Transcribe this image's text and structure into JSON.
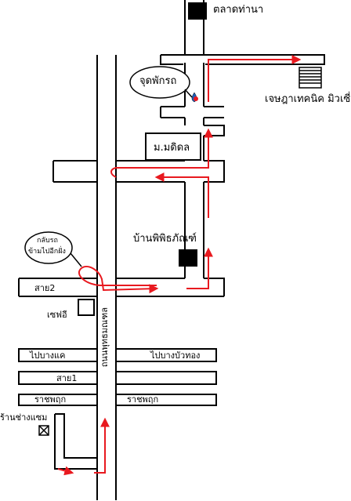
{
  "labels": {
    "market": "ตลาดท่านา",
    "rest_stop": "จุดพักรถ",
    "museum": "เจษฎาเทคนิค มิวเซี่ยม",
    "school": "ม.มดิดล",
    "house": "บ้านพิพิธภัณฑ์",
    "uturn_line1": "กลับรถ",
    "uturn_line2": "ข้ามไปอีกฝั่ง",
    "road_sai2": "สาย2",
    "seven": "เซฟอี",
    "main_road": "ถนนพุทธมณฑล",
    "to_bangkhae": "ไปบางแค",
    "to_bangbuathong": "ไปบางบัวทอง",
    "road_sai1": "สาย1",
    "ratchaphruek_left": "ราชพฤก",
    "ratchaphruek_right": "ราชพฤก",
    "shop": "ร้านช่างแซม"
  },
  "colors": {
    "route": "#e8191f",
    "road_outline": "#000000",
    "building": "#000000"
  },
  "icons": {
    "market_marker": "black-square",
    "museum_marker": "stairs-building",
    "shop_marker": "crossed-box",
    "fuel_marker": "fuel-drop-icon"
  }
}
